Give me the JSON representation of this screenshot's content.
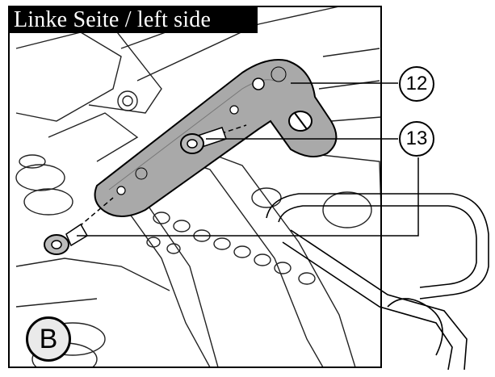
{
  "title": "Linke Seite / left side",
  "callouts": {
    "part_12": "12",
    "part_13": "13"
  },
  "panel_label": "B",
  "icons": [
    "bracket-icon",
    "bolt-icon",
    "washer-icon"
  ]
}
